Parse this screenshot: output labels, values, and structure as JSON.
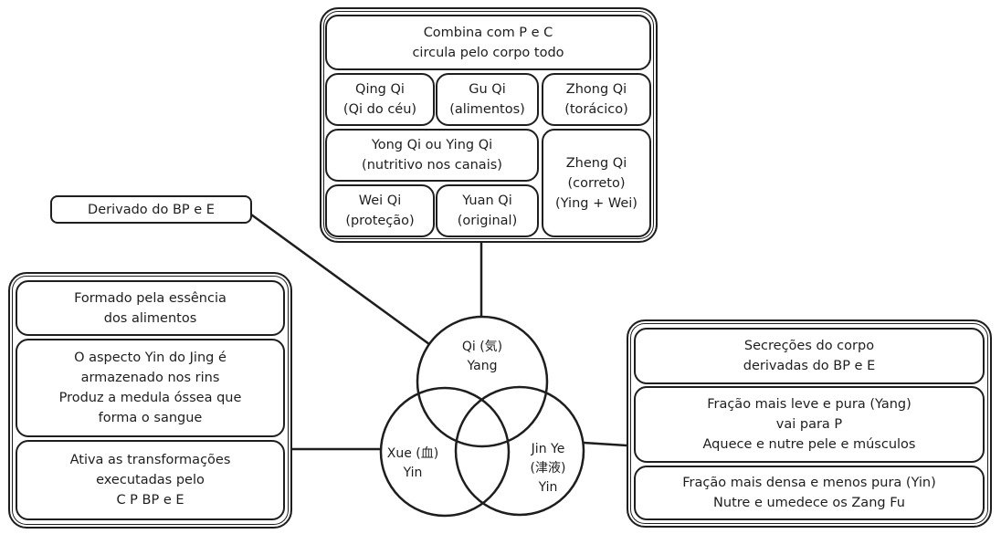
{
  "top_group": {
    "header": "Combina com P e C\ncircula pelo corpo todo",
    "qing": "Qing Qi\n(Qi do céu)",
    "gu": "Gu Qi\n(alimentos)",
    "zhong": "Zhong Qi\n(torácico)",
    "yong": "Yong Qi ou Ying Qi\n(nutritivo nos canais)",
    "zheng": "Zheng Qi\n(correto)\n(Ying + Wei)",
    "wei": "Wei Qi\n(proteção)",
    "yuan": "Yuan Qi\n(original)"
  },
  "derivado": "Derivado do BP e E",
  "left_group": {
    "a": "Formado pela essência\ndos alimentos",
    "b": "O aspecto Yin do Jing é\narmazenado nos rins\nProduz a medula óssea que\nforma o sangue",
    "c": "Ativa as transformações\nexecutadas pelo\nC P BP e E"
  },
  "right_group": {
    "a": "Secreções do corpo\nderivadas do BP e E",
    "b": "Fração mais leve e pura (Yang)\nvai para P\nAquece e nutre pele e músculos",
    "c": "Fração mais densa e menos pura (Yin)\nNutre e umedece os Zang Fu"
  },
  "circles": {
    "qi": "Qi (気)\nYang",
    "xue": "Xue (血)\nYin",
    "jinye": "Jin Ye\n(津液)\nYin"
  }
}
